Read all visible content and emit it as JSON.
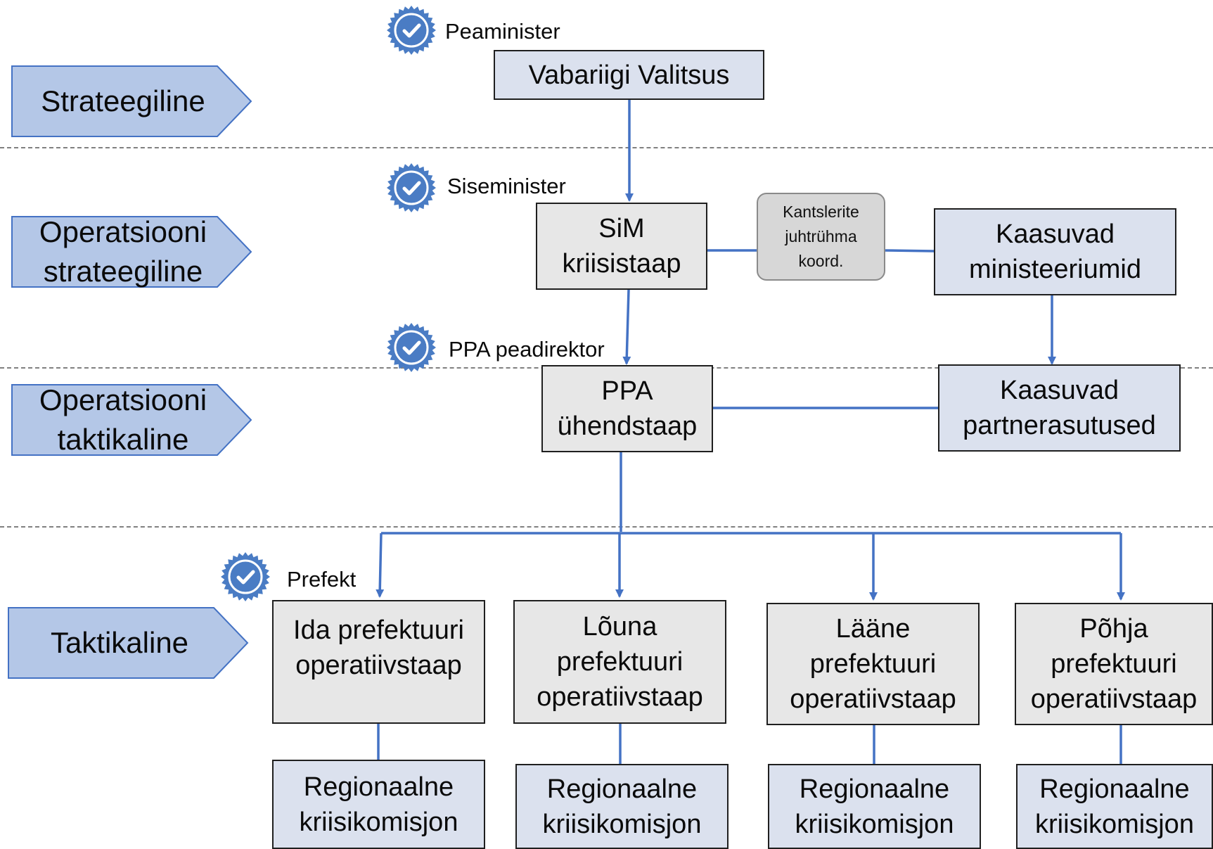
{
  "colors": {
    "connector": "#4472c4",
    "level_fill": "#b4c7e7",
    "level_stroke": "#4472c4",
    "badge": "#4a7cc4",
    "box_gray": "#e7e7e7",
    "box_blue": "#dbe1ee",
    "coord_fill": "#d7d7d7"
  },
  "levels": [
    {
      "label": "Strateegiline"
    },
    {
      "label": "Operatsiooni\nstrateegiline"
    },
    {
      "label": "Operatsiooni\ntaktikaline"
    },
    {
      "label": "Taktikaline"
    }
  ],
  "roles": [
    {
      "label": "Peaminister",
      "icon": "verified-badge-icon"
    },
    {
      "label": "Siseminister",
      "icon": "verified-badge-icon"
    },
    {
      "label": "PPA peadirektor",
      "icon": "verified-badge-icon"
    },
    {
      "label": "Prefekt",
      "icon": "verified-badge-icon"
    }
  ],
  "nodes": {
    "government": "Vabariigi Valitsus",
    "sim_staff": "SiM\nkriisistaap",
    "coordination": "Kantslerite\njuhtrühma\nkoord.",
    "ministries": "Kaasuvad\nministeeriumid",
    "ppa_staff": "PPA\nühendstaap",
    "partners": "Kaasuvad\npartnerasutused"
  },
  "prefectures": [
    {
      "staff": "Ida prefektuuri\noperatiivstaap",
      "commission": "Regionaalne\nkriisikomisjon"
    },
    {
      "staff": "Lõuna\nprefektuuri\noperatiivstaap",
      "commission": "Regionaalne\nkriisikomisjon"
    },
    {
      "staff": "Lääne\nprefektuuri\noperatiivstaap",
      "commission": "Regionaalne\nkriisikomisjon"
    },
    {
      "staff": "Põhja\nprefektuuri\noperatiivstaap",
      "commission": "Regionaalne\nkriisikomisjon"
    }
  ]
}
